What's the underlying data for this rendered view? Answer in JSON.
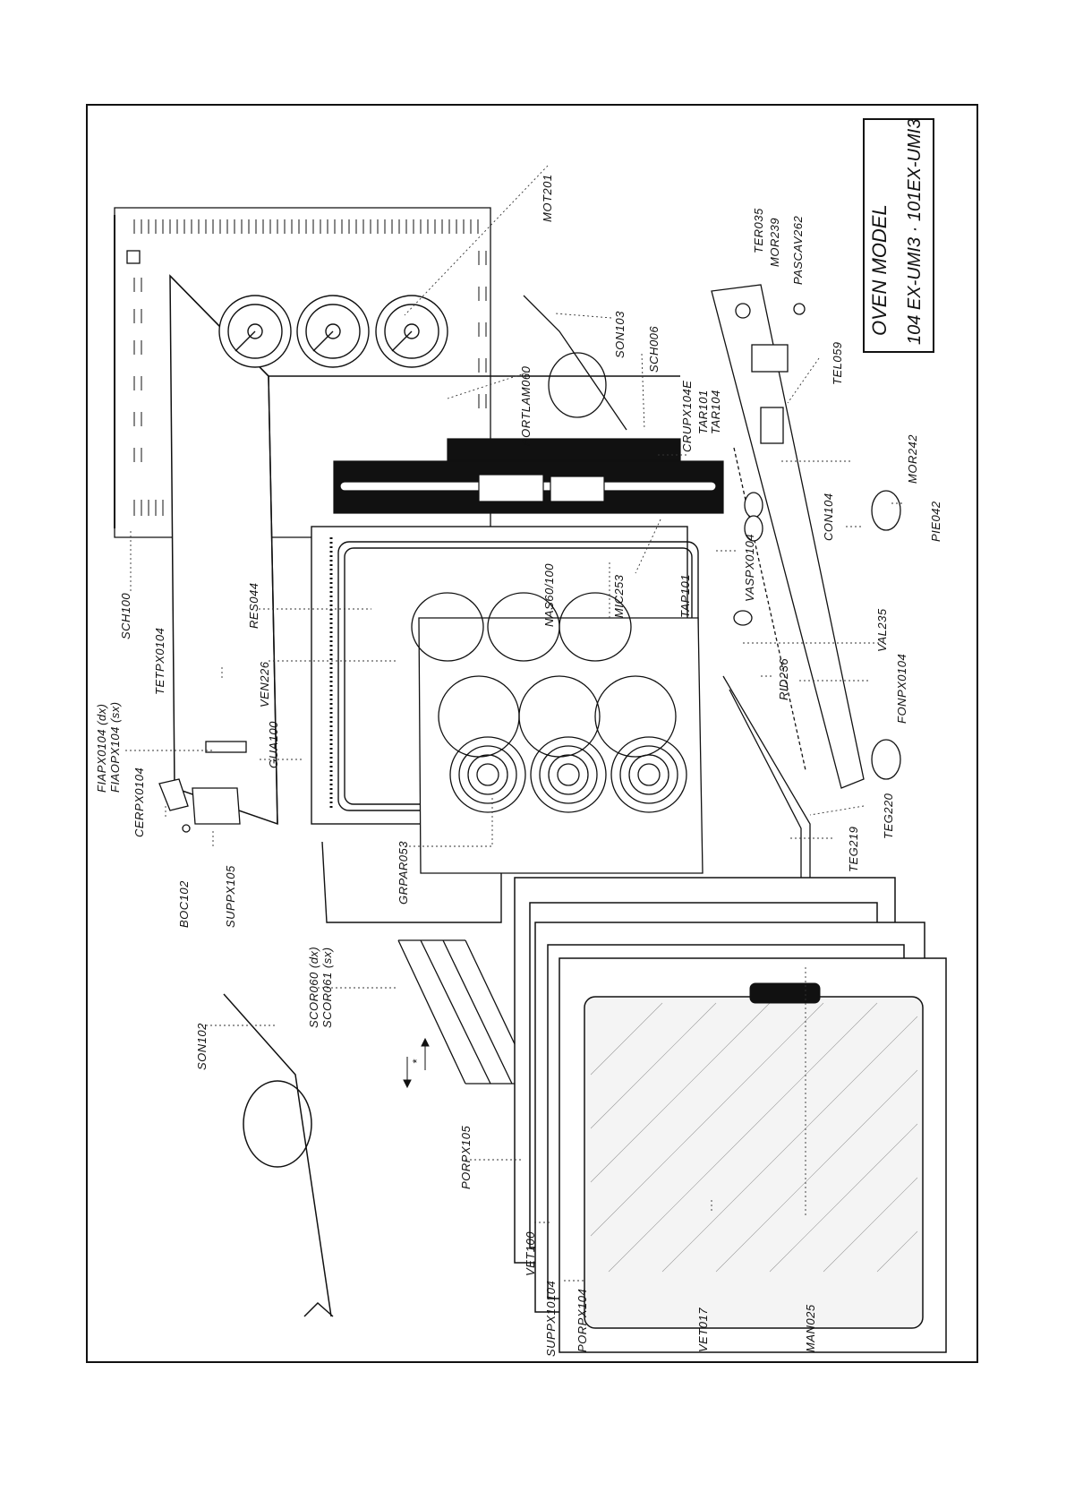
{
  "title_box": {
    "line1": "OVEN MODEL",
    "line2": "104 EX-UMI3  ·  101EX-UMI3"
  },
  "parts": {
    "SCH100": "SCH100",
    "TETPX0104": "TETPX0104",
    "FIAPX0104": "FIAPX0104 (dx)",
    "FIAOPX104": "FIAOPX104 (sx)",
    "CERPX0104": "CERPX0104",
    "BOC102": "BOC102",
    "SUPPX105": "SUPPX105",
    "GUA100": "GUA100",
    "VEN226": "VEN226",
    "RES044": "RES044",
    "GRPAR053": "GRPAR053",
    "SCOR060": "SCOR060 (dx)",
    "SCOR061": "SCOR061 (sx)",
    "SON102": "SON102",
    "STAR": "*",
    "PORPX105": "PORPX105",
    "VET100": "VET100",
    "SUPPX10104": "SUPPX10104",
    "PORPX104": "PORPX104",
    "VET017": "VET017",
    "MAN025": "MAN025",
    "MOT201": "MOT201",
    "PORTLAM060": "PORTLAM060",
    "SON103": "SON103",
    "SCH006": "SCH006",
    "CRUPX104E": "CRUPX104E",
    "TAR101": "TAR101",
    "TAR104": "TAR104",
    "NAS60": "NAS60/100",
    "MIC253": "MIC253",
    "TAP101": "TAP101",
    "VASPX0104": "VASPX0104",
    "CON104": "CON104",
    "PIE042": "PIE042",
    "MOR242": "MOR242",
    "TEL059": "TEL059",
    "TER035": "TER035",
    "MOR239": "MOR239",
    "PASCAV262": "PASCAV262",
    "VAL235": "VAL235",
    "FONPX0104": "FONPX0104",
    "RID236": "RID236",
    "TEG220": "TEG220",
    "TEG219": "TEG219"
  }
}
